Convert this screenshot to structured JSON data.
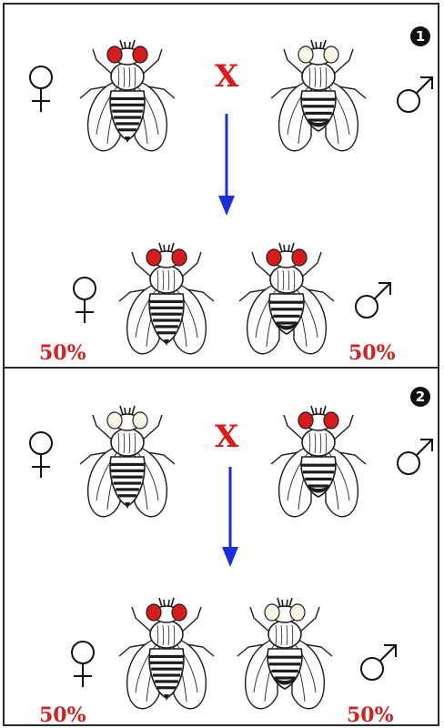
{
  "colors": {
    "red_eye": "#d81c1c",
    "white_eye": "#fbf7e4",
    "arrow": "#1a2ee0",
    "cross": "#e01818",
    "percent": "#d42020"
  },
  "panels": [
    {
      "number": "1",
      "cross_symbol": "X",
      "parents": [
        {
          "sex": "female",
          "eye_color": "red"
        },
        {
          "sex": "male",
          "eye_color": "white"
        }
      ],
      "offspring": [
        {
          "sex": "female",
          "eye_color": "red",
          "percent": "50%"
        },
        {
          "sex": "male",
          "eye_color": "red",
          "percent": "50%"
        }
      ]
    },
    {
      "number": "2",
      "cross_symbol": "X",
      "parents": [
        {
          "sex": "female",
          "eye_color": "white"
        },
        {
          "sex": "male",
          "eye_color": "red"
        }
      ],
      "offspring": [
        {
          "sex": "female",
          "eye_color": "red",
          "percent": "50%"
        },
        {
          "sex": "male",
          "eye_color": "white",
          "percent": "50%"
        }
      ]
    }
  ]
}
